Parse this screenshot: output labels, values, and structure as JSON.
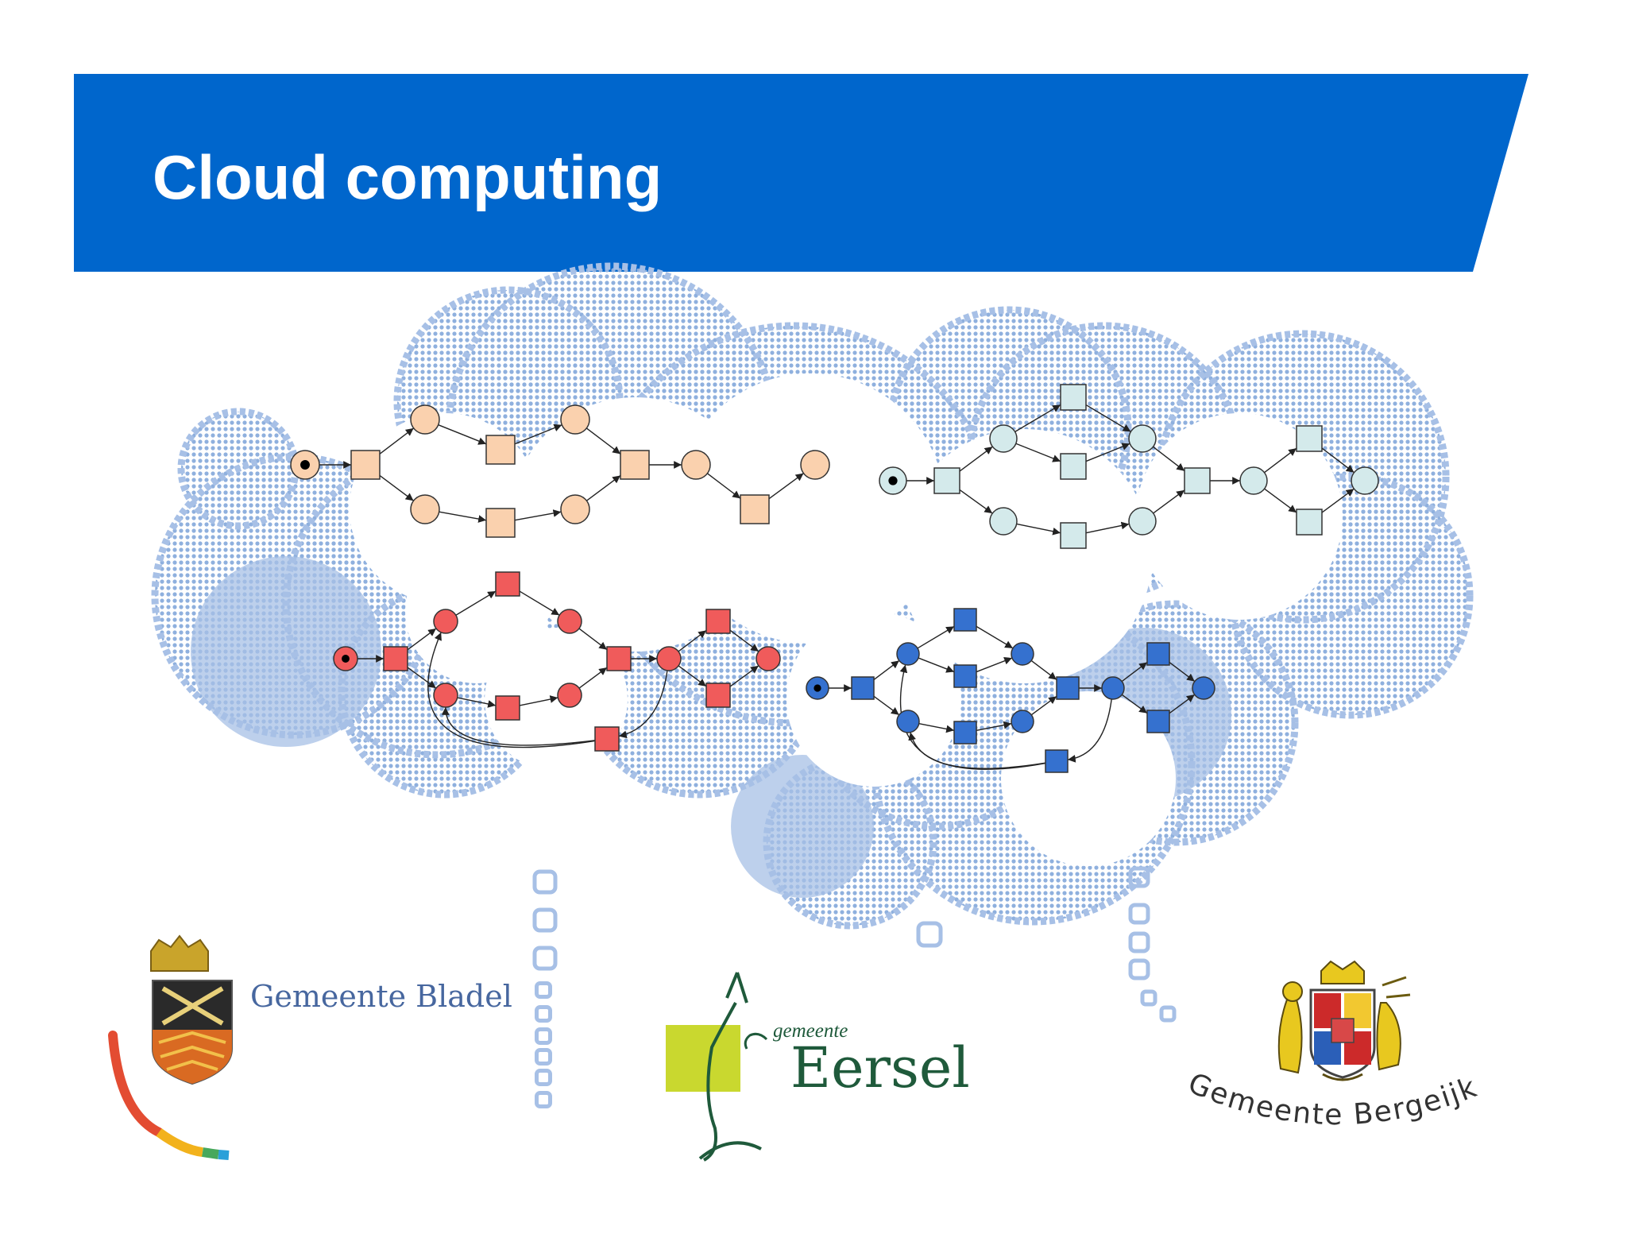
{
  "slide": {
    "title": "Cloud computing",
    "colors": {
      "banner": "#0066cc",
      "cloud": "#a7c0e6",
      "cloud_dark": "#8fb0de",
      "net_peach": "#fad1ae",
      "net_lightblue": "#d4eaeb",
      "net_red": "#f05b5b",
      "net_blue": "#3571cf"
    }
  },
  "logos": [
    {
      "id": "bladel",
      "name": "Gemeente Bladel",
      "icon": "crowned-shield-crossed-keys-icon"
    },
    {
      "id": "eersel",
      "prefix": "gemeente",
      "name": "Eersel",
      "icon": "stylized-figure-icon"
    },
    {
      "id": "bergeijk",
      "name": "Gemeente Bergeijk",
      "icon": "coat-of-arms-icon"
    }
  ]
}
